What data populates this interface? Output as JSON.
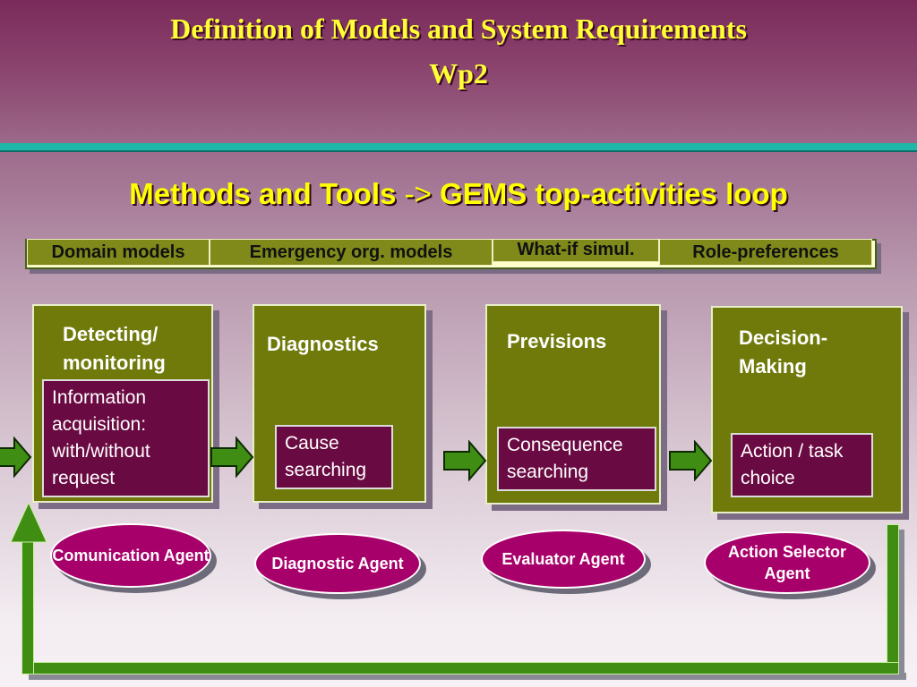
{
  "header": {
    "title_line1": "Definition of Models and System Requirements",
    "title_line2": "Wp2"
  },
  "subtitle": {
    "part1": "Methods and Tools ",
    "arrow": "->",
    "part2": " GEMS top-activities loop"
  },
  "models": [
    "Domain models",
    "Emergency org. models",
    "What-if simul.",
    "Role-preferences"
  ],
  "activities": [
    {
      "title": "Detecting/ monitoring",
      "inner": "Information acquisition: with/without request"
    },
    {
      "title": "Diagnostics",
      "inner": "Cause searching"
    },
    {
      "title": "Previsions",
      "inner": "Consequence searching"
    },
    {
      "title": "Decision-Making",
      "inner": "Action / task choice"
    }
  ],
  "agents": [
    "Comunication Agent",
    "Diagnostic Agent",
    "Evaluator Agent",
    "Action Selector Agent"
  ],
  "colors": {
    "title": "#ffff33",
    "panel": "#6f7a0a",
    "inner": "#6a0a42",
    "agent": "#a8006a",
    "arrow": "#3f8d12",
    "divider": "#1fb7a8"
  }
}
